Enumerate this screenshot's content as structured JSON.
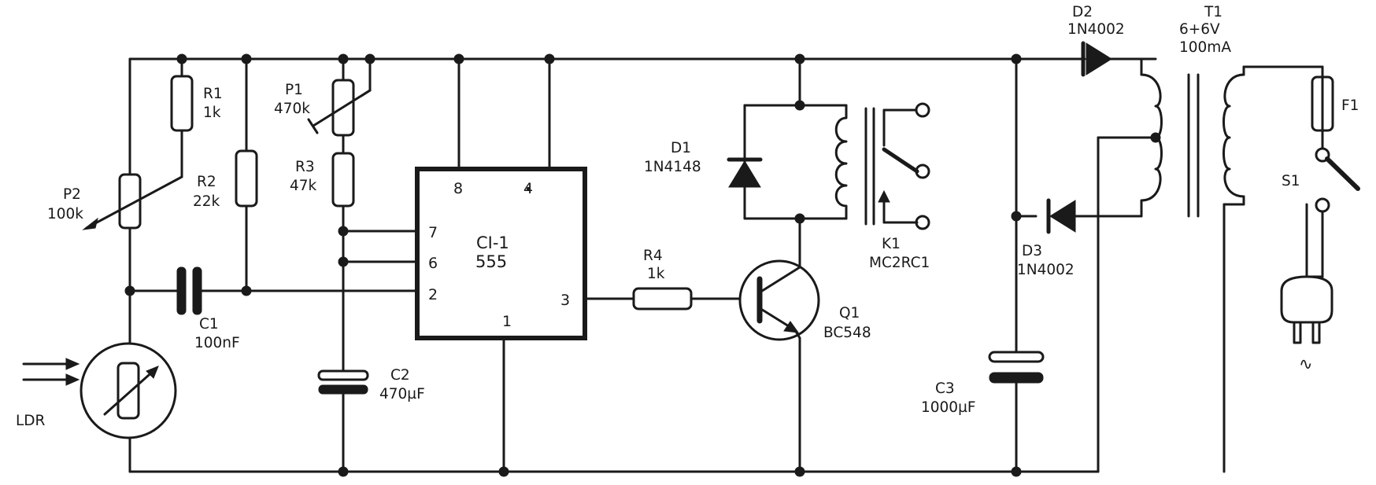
{
  "components": {
    "r1": {
      "ref": "R1",
      "value": "1k"
    },
    "r2": {
      "ref": "R2",
      "value": "22k"
    },
    "r3": {
      "ref": "R3",
      "value": "47k"
    },
    "r4": {
      "ref": "R4",
      "value": "1k"
    },
    "p1": {
      "ref": "P1",
      "value": "470k"
    },
    "p2": {
      "ref": "P2",
      "value": "100k"
    },
    "c1": {
      "ref": "C1",
      "value": "100nF"
    },
    "c2": {
      "ref": "C2",
      "value": "470µF"
    },
    "c3": {
      "ref": "C3",
      "value": "1000µF"
    },
    "ic": {
      "ref": "CI-1",
      "value": "555",
      "pins": {
        "p8": "8",
        "p4": "4",
        "p7": "7",
        "p6": "6",
        "p2": "2",
        "p3": "3",
        "p1": "1"
      }
    },
    "d1": {
      "ref": "D1",
      "value": "1N4148"
    },
    "d2": {
      "ref": "D2",
      "value": "1N4002"
    },
    "d3": {
      "ref": "D3",
      "value": "1N4002"
    },
    "q1": {
      "ref": "Q1",
      "value": "BC548"
    },
    "k1": {
      "ref": "K1",
      "value": "MC2RC1"
    },
    "t1": {
      "ref": "T1",
      "value1": "6+6V",
      "value2": "100mA"
    },
    "f1": {
      "ref": "F1"
    },
    "s1": {
      "ref": "S1"
    },
    "ldr": {
      "ref": "LDR"
    },
    "ac": {
      "symbol": "∿"
    }
  }
}
